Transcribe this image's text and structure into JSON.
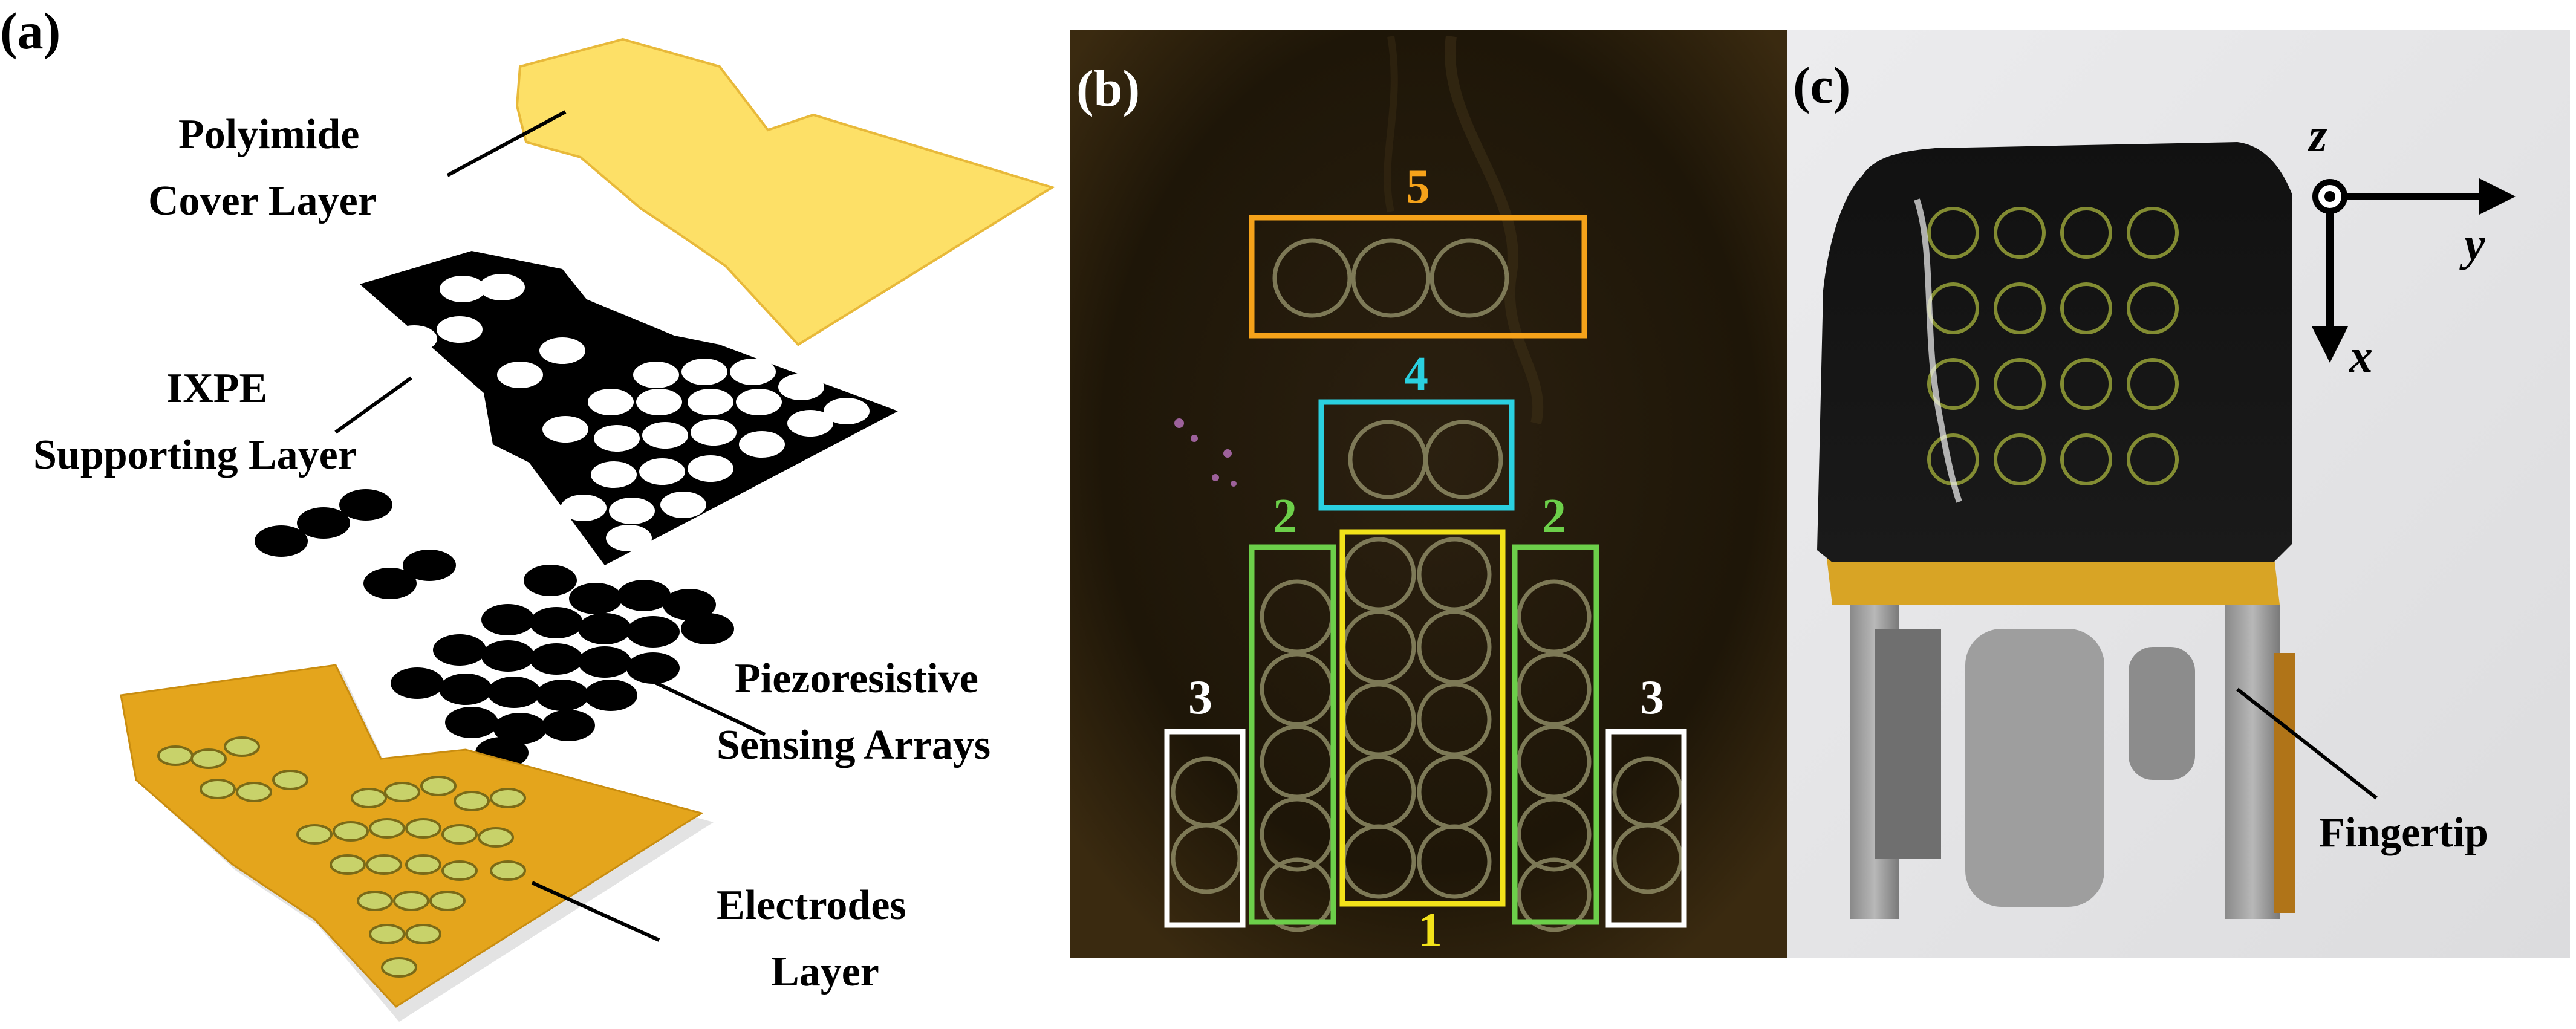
{
  "figure": {
    "panels": {
      "a": {
        "letter": "(a)",
        "labels": {
          "polyimide_l1": "Polyimide",
          "polyimide_l2": "Cover Layer",
          "ixpe_l1": "IXPE",
          "ixpe_l2": "Supporting Layer",
          "piezo_l1": "Piezoresistive",
          "piezo_l2": "Sensing Arrays",
          "electrodes_l1": "Electrodes",
          "electrodes_l2": "Layer"
        }
      },
      "b": {
        "letter": "(b)",
        "regions": [
          {
            "id": "region-5",
            "label": "5",
            "color": "#f5a21a"
          },
          {
            "id": "region-4",
            "label": "4",
            "color": "#2ad0e0"
          },
          {
            "id": "region-2-left",
            "label": "2",
            "color": "#6ccf4a"
          },
          {
            "id": "region-2-right",
            "label": "2",
            "color": "#6ccf4a"
          },
          {
            "id": "region-1",
            "label": "1",
            "color": "#f2e21a"
          },
          {
            "id": "region-3-left",
            "label": "3",
            "color": "#ffffff"
          },
          {
            "id": "region-3-right",
            "label": "3",
            "color": "#ffffff"
          }
        ]
      },
      "c": {
        "letter": "(c)",
        "axis_z": "z",
        "axis_y": "y",
        "axis_x": "x",
        "fingertip_label": "Fingertip"
      }
    },
    "colors": {
      "polyimide": "#fde067",
      "polyimide_edge": "#e8b93a",
      "electrode_layer": "#e4a51c",
      "photo_b_bg": "#1e1608",
      "photo_c_bg": "#e8e8ea"
    }
  }
}
